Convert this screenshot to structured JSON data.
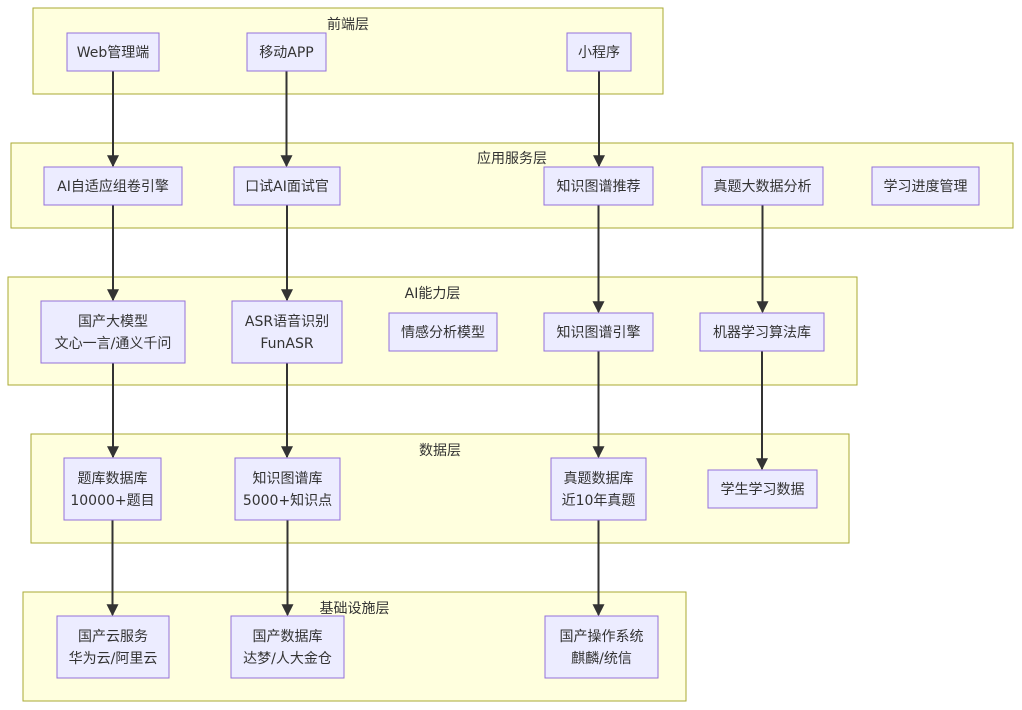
{
  "layers": {
    "frontend": {
      "title": "前端层"
    },
    "app": {
      "title": "应用服务层"
    },
    "ai": {
      "title": "AI能力层"
    },
    "data": {
      "title": "数据层"
    },
    "infra": {
      "title": "基础设施层"
    }
  },
  "nodes": {
    "web": {
      "lines": [
        "Web管理端"
      ]
    },
    "mobile": {
      "lines": [
        "移动APP"
      ]
    },
    "mini": {
      "lines": [
        "小程序"
      ]
    },
    "exam": {
      "lines": [
        "AI自适应组卷引擎"
      ]
    },
    "interview": {
      "lines": [
        "口试AI面试官"
      ]
    },
    "kgrec": {
      "lines": [
        "知识图谱推荐"
      ]
    },
    "bigdata": {
      "lines": [
        "真题大数据分析"
      ]
    },
    "progress": {
      "lines": [
        "学习进度管理"
      ]
    },
    "llm": {
      "lines": [
        "国产大模型",
        "文心一言/通义千问"
      ]
    },
    "asr": {
      "lines": [
        "ASR语音识别",
        "FunASR"
      ]
    },
    "emotion": {
      "lines": [
        "情感分析模型"
      ]
    },
    "kgengine": {
      "lines": [
        "知识图谱引擎"
      ]
    },
    "ml": {
      "lines": [
        "机器学习算法库"
      ]
    },
    "qbank": {
      "lines": [
        "题库数据库",
        "10000+题目"
      ]
    },
    "kgdb": {
      "lines": [
        "知识图谱库",
        "5000+知识点"
      ]
    },
    "realdb": {
      "lines": [
        "真题数据库",
        "近10年真题"
      ]
    },
    "student": {
      "lines": [
        "学生学习数据"
      ]
    },
    "cloud": {
      "lines": [
        "国产云服务",
        "华为云/阿里云"
      ]
    },
    "db": {
      "lines": [
        "国产数据库",
        "达梦/人大金仓"
      ]
    },
    "os": {
      "lines": [
        "国产操作系统",
        "麒麟/统信"
      ]
    }
  },
  "edges": [
    [
      "web",
      "exam"
    ],
    [
      "mobile",
      "interview"
    ],
    [
      "mini",
      "kgrec"
    ],
    [
      "exam",
      "llm"
    ],
    [
      "interview",
      "asr"
    ],
    [
      "kgrec",
      "kgengine"
    ],
    [
      "bigdata",
      "ml"
    ],
    [
      "llm",
      "qbank"
    ],
    [
      "asr",
      "kgdb"
    ],
    [
      "kgengine",
      "realdb"
    ],
    [
      "ml",
      "student"
    ],
    [
      "qbank",
      "cloud"
    ],
    [
      "kgdb",
      "db"
    ],
    [
      "realdb",
      "os"
    ]
  ]
}
